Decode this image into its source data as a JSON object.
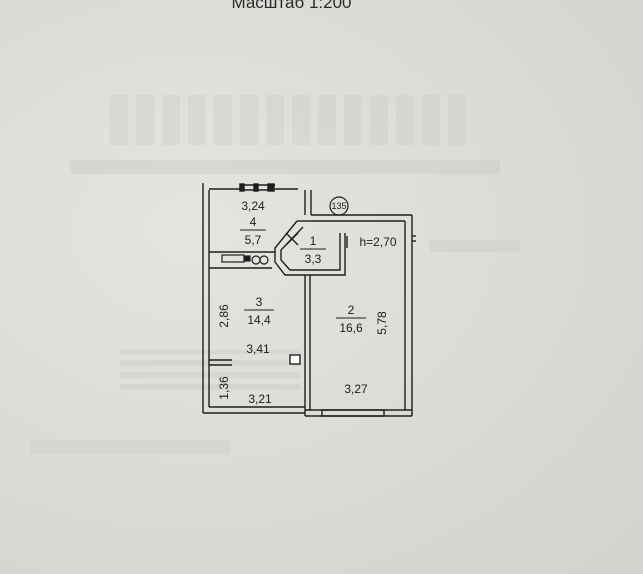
{
  "document": {
    "scale_label": "Масштаб 1:200"
  },
  "plan": {
    "marker": "135",
    "height_label": "h=2,70",
    "rooms": [
      {
        "number": "4",
        "area": "5,7"
      },
      {
        "number": "1",
        "area": "3,3"
      },
      {
        "number": "3",
        "area": "14,4"
      },
      {
        "number": "2",
        "area": "16,6"
      }
    ],
    "dimensions": {
      "top_kitchen_width": "3,24",
      "room3_side": "2,86",
      "room3_width": "3,41",
      "bottom_left_side": "1,36",
      "bottom_left_width": "3,21",
      "room2_side": "5,78",
      "room2_width": "3,27"
    }
  }
}
